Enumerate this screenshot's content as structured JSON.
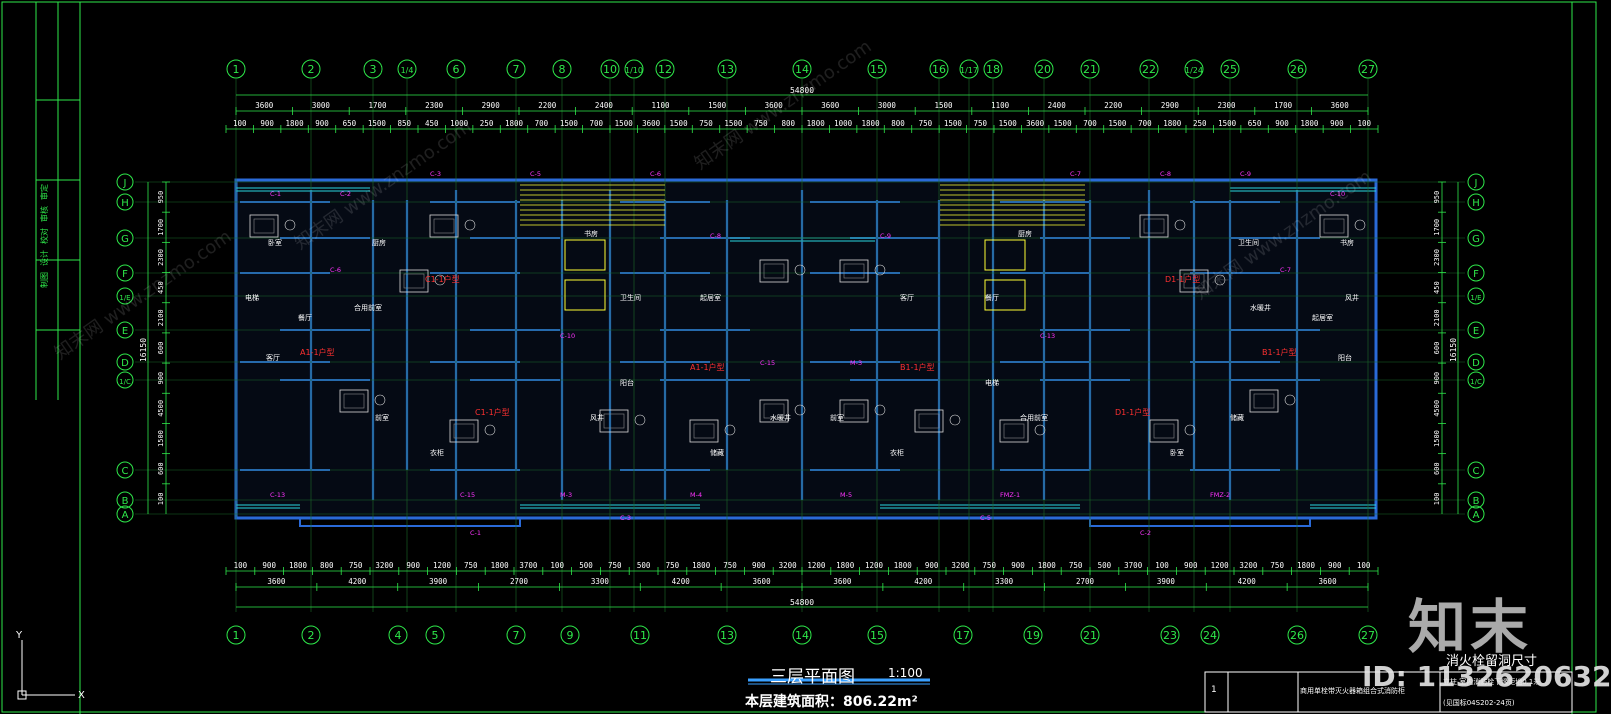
{
  "drawing": {
    "title": "三层平面图",
    "scale": "1:100",
    "area_label": "本层建筑面积：",
    "area_value": "806.22m²",
    "total_length": "54800",
    "total_depth": "16150"
  },
  "grid_top": [
    "1",
    "2",
    "3",
    "1/4",
    "6",
    "7",
    "8",
    "10",
    "1/10",
    "12",
    "13",
    "14",
    "15",
    "16",
    "1/17",
    "18",
    "20",
    "21",
    "22",
    "1/24",
    "25",
    "26",
    "27"
  ],
  "grid_bottom": [
    "1",
    "2",
    "4",
    "5",
    "7",
    "9",
    "11",
    "13",
    "14",
    "15",
    "17",
    "19",
    "21",
    "23",
    "24",
    "26",
    "27"
  ],
  "grid_rows": [
    "J",
    "H",
    "G",
    "F",
    "1/E",
    "E",
    "D",
    "1/C",
    "C",
    "B",
    "A"
  ],
  "dims_top_outer": [
    "3600",
    "3000",
    "1700",
    "2300",
    "2900",
    "2200",
    "2400",
    "1100",
    "1500",
    "3600",
    "3600",
    "3000",
    "1500",
    "1100",
    "2400",
    "2200",
    "2900",
    "2300",
    "1700",
    "3600"
  ],
  "dims_top_inner": [
    "100",
    "900",
    "1800",
    "900",
    "650",
    "1500",
    "850",
    "450",
    "1000",
    "250",
    "1800",
    "700",
    "1500",
    "700",
    "1500",
    "3600",
    "1500",
    "750",
    "1500",
    "750",
    "800",
    "1800",
    "1000",
    "1800",
    "800",
    "750",
    "1500",
    "750",
    "1500",
    "3600",
    "1500",
    "700",
    "1500",
    "700",
    "1800",
    "250",
    "1500",
    "650",
    "900",
    "1800",
    "900",
    "100"
  ],
  "dims_bottom_inner": [
    "100",
    "900",
    "1800",
    "800",
    "750",
    "3200",
    "900",
    "1200",
    "750",
    "1800",
    "3700",
    "100",
    "500",
    "750",
    "500",
    "750",
    "1800",
    "750",
    "900",
    "3200",
    "1200",
    "1800",
    "1200",
    "1800",
    "900",
    "3200",
    "750",
    "900",
    "1800",
    "750",
    "500",
    "3700",
    "100",
    "900",
    "1200",
    "3200",
    "750",
    "1800",
    "900",
    "100"
  ],
  "dims_bottom_outer": [
    "3600",
    "4200",
    "3900",
    "2700",
    "3300",
    "4200",
    "3600",
    "3600",
    "4200",
    "3300",
    "2700",
    "3900",
    "4200",
    "3600"
  ],
  "dims_left": [
    "950",
    "1700",
    "2300",
    "450",
    "2100",
    "600",
    "900",
    "4500",
    "1500",
    "600",
    "100"
  ],
  "rooms": [
    "卧室",
    "书房",
    "厨房",
    "卫生间",
    "餐厅",
    "起居室",
    "客厅",
    "阳台",
    "电梯",
    "风井",
    "合用前室",
    "水暖井",
    "前室",
    "储藏",
    "衣柜"
  ],
  "unit_labels": [
    "A1-1户型",
    "B1-1户型",
    "C1-1户型",
    "D1-1户型"
  ],
  "window_tags": [
    "C-1",
    "C-2",
    "C-3",
    "C-5",
    "C-6",
    "C-7",
    "C-8",
    "C-9",
    "C-10",
    "C-13",
    "C-15",
    "M-3",
    "M-4",
    "M-5",
    "FMZ-1",
    "FMZ-2"
  ],
  "stamp": {
    "logo": "知末",
    "id": "ID: 1132620632",
    "note_title": "消火栓留洞尺寸",
    "row_no": "1",
    "row_text": "商用单栓带灭火器箱组合式消防柜",
    "note_lines": [
      "立柱  室内消防栓下缘距地0.1米",
      "(见国标04S202-24页)"
    ]
  },
  "sheet_left_labels": [
    "审定",
    "审核",
    "校对",
    "设计",
    "制图"
  ],
  "watermark": "知末网 www.znzmo.com",
  "colors": {
    "background": "#000000",
    "grid_bubble": "#2ee84a",
    "wall": "#2a6ad8",
    "dimension": "#ffffff",
    "room_text": "#ffffff",
    "tag": "#ff33ff",
    "unit_label": "#ff3030",
    "stair": "#ffff33",
    "title_line": "#3aa0ff"
  }
}
